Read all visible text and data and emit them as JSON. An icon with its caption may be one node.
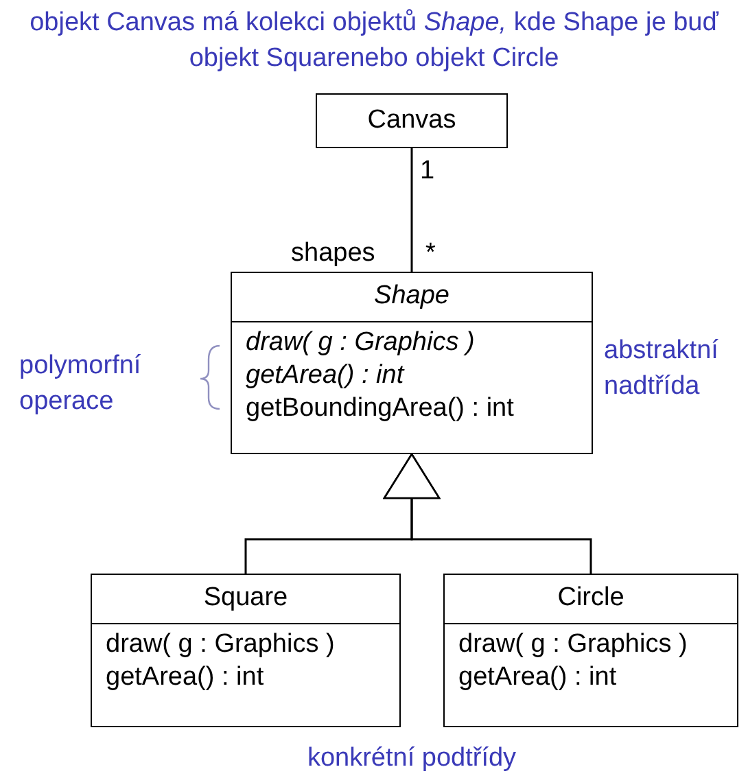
{
  "diagram": {
    "title": "objekt Canvas má kolekci objektů *Shape,* kde Shape je buď objekt Squarenebo objekt Circle",
    "nodes": [
      {
        "text": [
          "Canvas"
        ]
      },
      {
        "text": [
          "Shape",
          "*draw( g : Graphics )* *getArea() : int* getBoundingArea() : int"
        ],
        "beside": [
          "abstraktní nadtřída"
        ]
      },
      {
        "text": [
          "Square",
          "draw( g : Graphics ) getArea() : int"
        ]
      },
      {
        "text": [
          "Circle",
          "draw( g : Graphics ) getArea() : int"
        ]
      }
    ],
    "edges": [
      {
        "from": 0,
        "to": 1,
        "arrow": "none"
      },
      {
        "from": 2,
        "to": 1,
        "arrow": "to"
      },
      {
        "from": 3,
        "to": 1,
        "arrow": "to"
      }
    ],
    "labels": [
      "1",
      "shapes",
      "*",
      "polymorfní operace",
      "konkrétní podtřídy"
    ]
  }
}
